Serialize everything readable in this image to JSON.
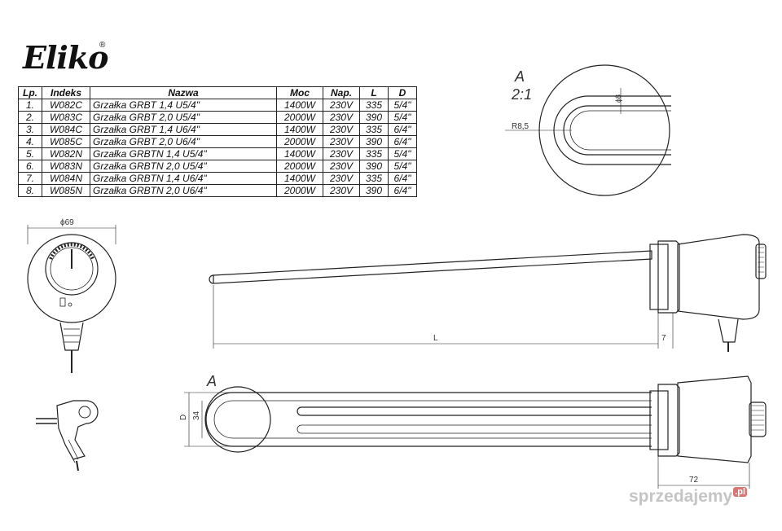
{
  "brand": {
    "logo_text": "Eliko",
    "reg_mark": "®"
  },
  "table": {
    "headers": [
      "Lp.",
      "Indeks",
      "Nazwa",
      "Moc",
      "Nap.",
      "L",
      "D"
    ],
    "rows": [
      [
        "1.",
        "W082C",
        "Grzałka GRBT 1,4 U5/4\"",
        "1400W",
        "230V",
        "335",
        "5/4\""
      ],
      [
        "2.",
        "W083C",
        "Grzałka GRBT 2,0 U5/4\"",
        "2000W",
        "230V",
        "390",
        "5/4\""
      ],
      [
        "3.",
        "W084C",
        "Grzałka GRBT 1,4 U6/4\"",
        "1400W",
        "230V",
        "335",
        "6/4\""
      ],
      [
        "4.",
        "W085C",
        "Grzałka GRBT 2,0 U6/4\"",
        "2000W",
        "230V",
        "390",
        "6/4\""
      ],
      [
        "5.",
        "W082N",
        "Grzałka GRBTN 1,4 U5/4\"",
        "1400W",
        "230V",
        "335",
        "5/4\""
      ],
      [
        "6.",
        "W083N",
        "Grzałka GRBTN 2,0 U5/4\"",
        "2000W",
        "230V",
        "390",
        "5/4\""
      ],
      [
        "7.",
        "W084N",
        "Grzałka GRBTN 1,4 U6/4\"",
        "1400W",
        "230V",
        "335",
        "6/4\""
      ],
      [
        "8.",
        "W085N",
        "Grzałka GRBTN 2,0 U6/4\"",
        "2000W",
        "230V",
        "390",
        "6/4\""
      ]
    ]
  },
  "detail": {
    "label": "A",
    "scale": "2:1",
    "radius": "R8,5",
    "diameter": "ϕ8"
  },
  "dims": {
    "head_diameter": "ϕ69",
    "length": "L",
    "gap": "7",
    "section_label": "A",
    "d_label": "D",
    "thread": "34",
    "head_length": "72"
  },
  "watermark": {
    "text": "sprzedajemy",
    "badge": ".pl"
  }
}
